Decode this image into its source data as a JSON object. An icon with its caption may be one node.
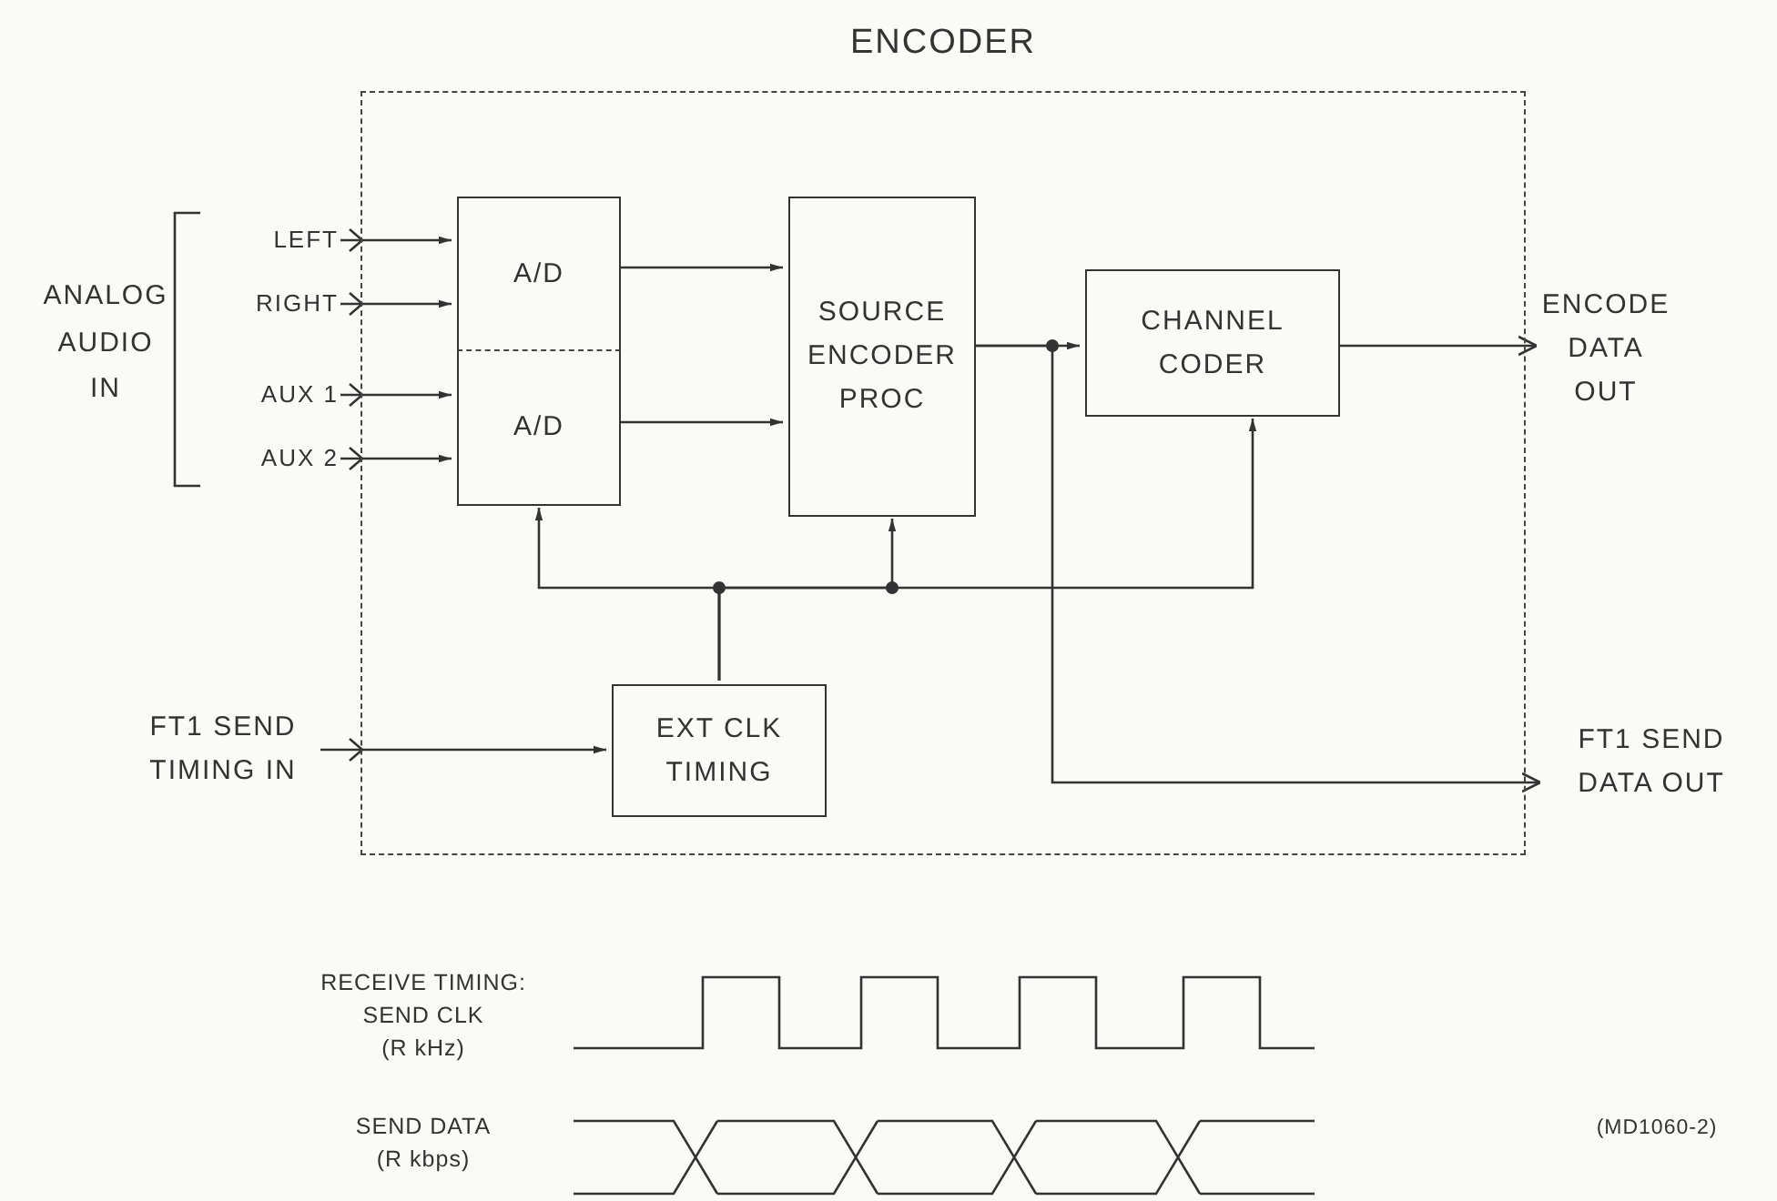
{
  "diagram": {
    "nodes": [
      {
        "text": [
          "ENCODER"
        ]
      },
      {
        "text": [
          "LEFT"
        ]
      },
      {
        "text": [
          "RIGHT"
        ]
      },
      {
        "text": [
          "AUX 1"
        ]
      },
      {
        "text": [
          "AUX 2"
        ]
      },
      {
        "text": [
          "A/D"
        ],
        "in": 0
      },
      {
        "text": [
          "A/D"
        ],
        "in": 0
      },
      {
        "text": [
          "SOURCE ENCODER PROC"
        ],
        "in": 0
      },
      {
        "text": [
          "CHANNEL CODER"
        ],
        "in": 0
      },
      {
        "text": [
          "ENCODE DATA OUT"
        ]
      },
      {
        "text": [
          "EXT CLK TIMING"
        ],
        "in": 0
      },
      {
        "text": [
          "FT1 SEND TIMING IN"
        ]
      },
      {
        "text": [
          "FT1 SEND DATA OUT"
        ]
      }
    ],
    "edges": [
      {
        "from": 1,
        "to": 5,
        "arrow": "to"
      },
      {
        "from": 2,
        "to": 5,
        "arrow": "to"
      },
      {
        "from": 3,
        "to": 6,
        "arrow": "to"
      },
      {
        "from": 4,
        "to": 6,
        "arrow": "to"
      },
      {
        "from": 5,
        "to": 7,
        "arrow": "to"
      },
      {
        "from": 6,
        "to": 7,
        "arrow": "to"
      },
      {
        "from": 7,
        "to": 8,
        "arrow": "to"
      },
      {
        "from": 8,
        "to": 9,
        "arrow": "to"
      },
      {
        "from": 7,
        "to": 12,
        "arrow": "to"
      },
      {
        "from": 11,
        "to": 10,
        "arrow": "to"
      },
      {
        "from": 10,
        "to": 6,
        "arrow": "to"
      },
      {
        "from": 10,
        "to": 7,
        "arrow": "to"
      },
      {
        "from": 10,
        "to": 8,
        "arrow": "to"
      }
    ],
    "labels": [
      "ANALOG AUDIO IN",
      "RECEIVE TIMING:",
      "SEND CLK",
      "(R kHz)",
      "SEND DATA",
      "(R kbps)",
      "(MD1060-2)"
    ]
  }
}
